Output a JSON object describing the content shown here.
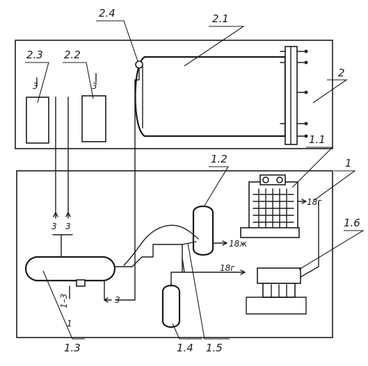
{
  "labels": {
    "l2_4": "2.4",
    "l2_1": "2.1",
    "l2_3": "2.3",
    "l2_2": "2.2",
    "l2": "2",
    "l1_1": "1.1",
    "l1": "1",
    "l1_2": "1.2",
    "l1_6": "1.6",
    "l1_3": "1.3",
    "l1_4": "1.4",
    "l1_5": "1.5"
  },
  "flows": {
    "f18g_a": "18г",
    "f18zh": "18ж",
    "f18g_b": "18г",
    "f3_a": "3",
    "f3_b": "3",
    "f3_c": "3",
    "f3_d": "3",
    "f3_e": "3",
    "f1_3": "1–3",
    "f1": "1"
  },
  "colors": {
    "ink": "#1a1a1a",
    "background": "#ffffff"
  }
}
